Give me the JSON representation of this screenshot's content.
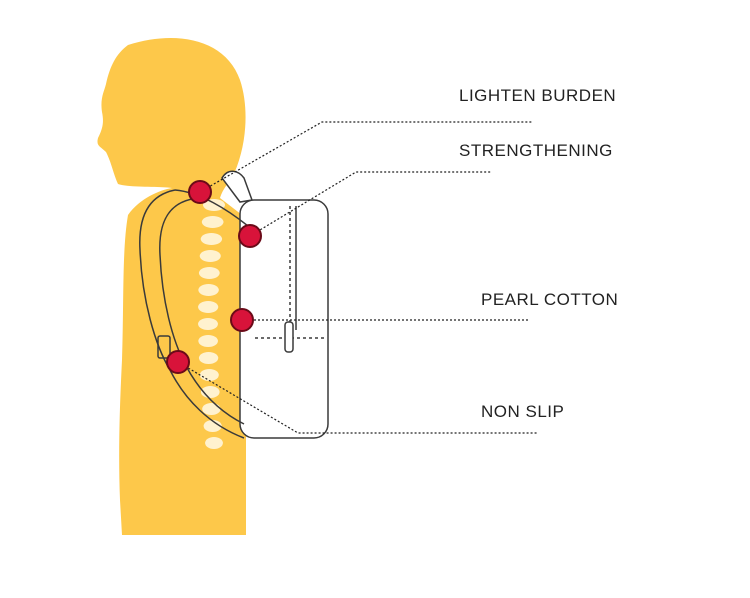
{
  "colors": {
    "body": "#fdc84a",
    "spine": "#fff2cf",
    "outline": "#3a3a3a",
    "marker_fill": "#d8133a",
    "marker_ring": "#6b0a18",
    "leader_line": "#222222"
  },
  "callouts": [
    {
      "label": "LIGHTEN BURDEN"
    },
    {
      "label": "STRENGTHENING"
    },
    {
      "label": "PEARL COTTON"
    },
    {
      "label": "NON SLIP"
    }
  ]
}
